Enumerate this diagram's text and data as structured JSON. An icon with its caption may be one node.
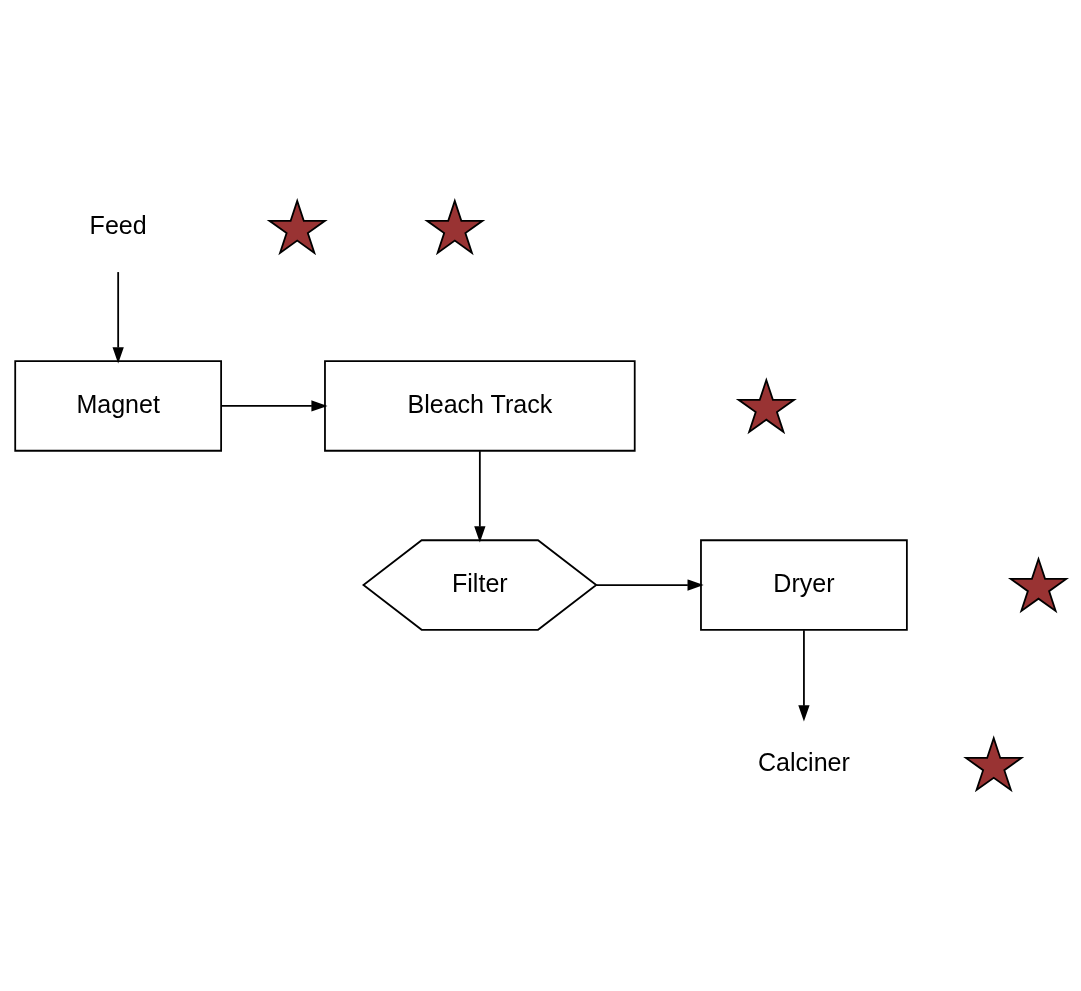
{
  "diagram": {
    "nodes": [
      {
        "text": [
          "Feed"
        ]
      },
      {
        "text": [],
        "shape": "star"
      },
      {
        "text": [
          "Magnet"
        ]
      },
      {
        "text": [],
        "shape": "star"
      },
      {
        "text": [
          "Bleach Track"
        ]
      },
      {
        "text": [],
        "shape": "star"
      },
      {
        "text": [
          "Dryer"
        ]
      },
      {
        "text": [],
        "shape": "star"
      },
      {
        "text": [
          "Filter"
        ]
      },
      {
        "text": [],
        "shape": "star"
      },
      {
        "text": [
          "Calciner"
        ]
      }
    ],
    "edges": [
      {
        "from": 0,
        "to": 2,
        "arrow": "to"
      },
      {
        "from": 2,
        "to": 4,
        "arrow": "to"
      },
      {
        "from": 4,
        "to": 8,
        "arrow": "to"
      },
      {
        "from": 8,
        "to": 6,
        "arrow": "to"
      },
      {
        "from": 6,
        "to": 10,
        "arrow": "to"
      }
    ]
  }
}
